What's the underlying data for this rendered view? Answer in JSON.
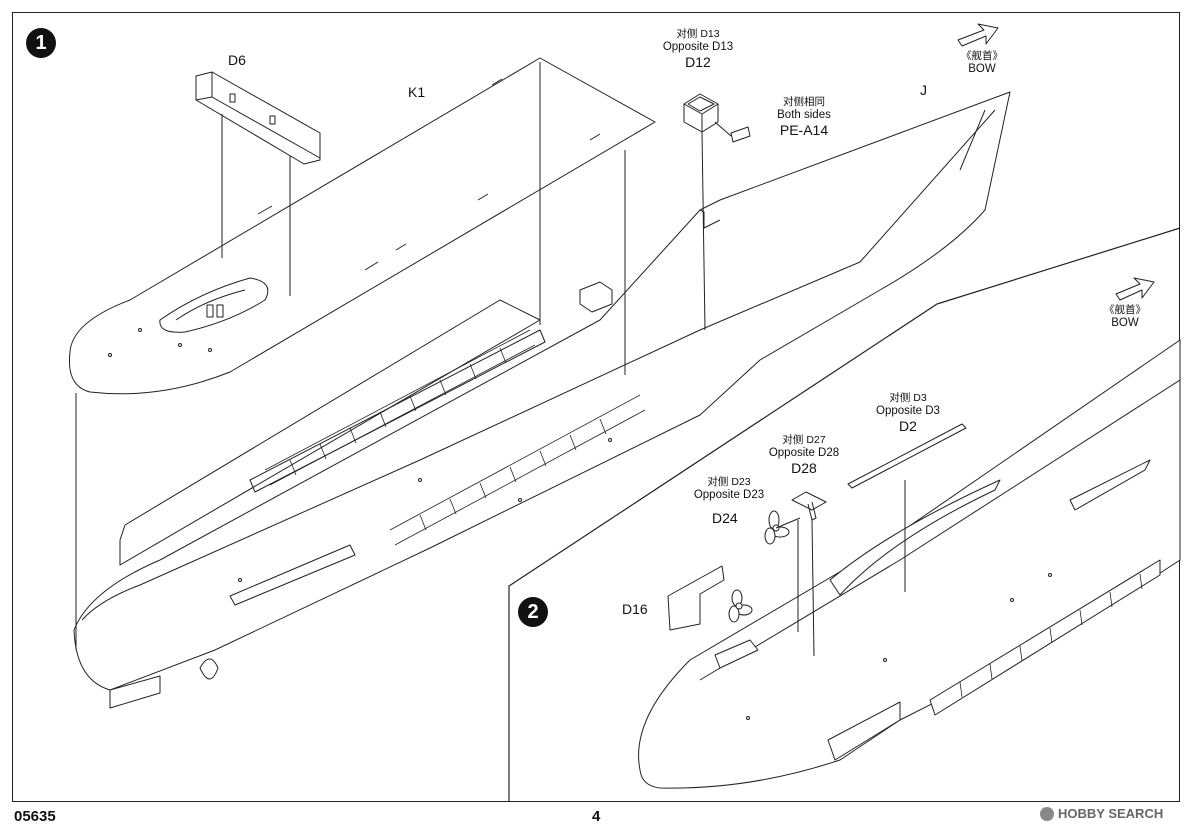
{
  "steps": {
    "step1": "1",
    "step2": "2"
  },
  "step1_labels": {
    "d6": "D6",
    "k1": "K1",
    "j": "J",
    "d13_zh": "对侧 D13",
    "d13_en": "Opposite D13",
    "d12": "D12",
    "pe_zh": "对侧相同",
    "pe_en": "Both sides",
    "pe_part": "PE-A14",
    "bow_zh": "《舰首》",
    "bow_en": "BOW"
  },
  "step2_labels": {
    "bow_zh": "《舰首》",
    "bow_en": "BOW",
    "d3_zh": "对侧 D3",
    "d3_en": "Opposite D3",
    "d2": "D2",
    "d27_zh": "对侧 D27",
    "d28_en": "Opposite D28",
    "d28": "D28",
    "d23_zh": "对侧 D23",
    "d23_en": "Opposite D23",
    "d24": "D24",
    "d16": "D16"
  },
  "footer": {
    "code": "05635",
    "page": "4",
    "watermark": "HOBBY SEARCH"
  },
  "icons": [
    "arrow-outline-icon",
    "propeller-icon"
  ]
}
